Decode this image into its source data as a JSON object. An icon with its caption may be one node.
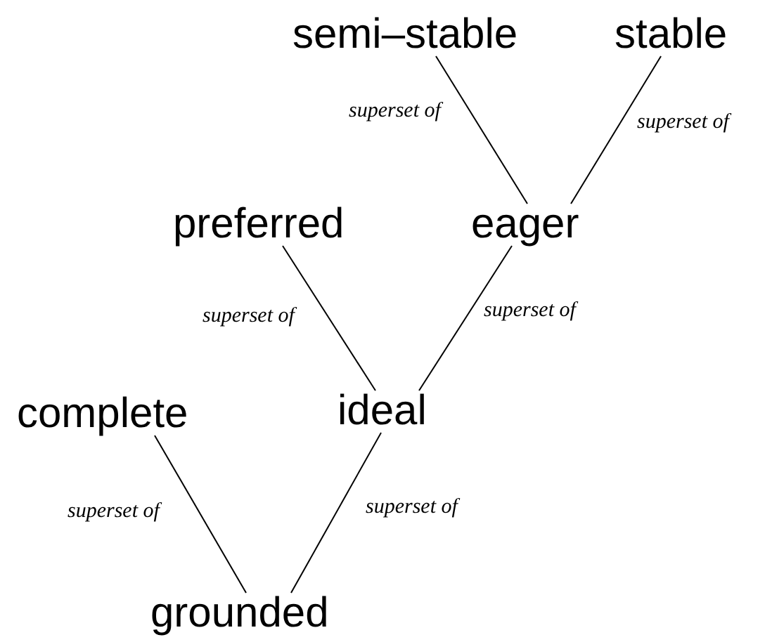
{
  "diagram": {
    "nodes": [
      {
        "text": [
          "semi–stable"
        ]
      },
      {
        "text": [
          "stable"
        ]
      },
      {
        "text": [
          "preferred"
        ]
      },
      {
        "text": [
          "eager"
        ]
      },
      {
        "text": [
          "complete"
        ]
      },
      {
        "text": [
          "ideal"
        ]
      },
      {
        "text": [
          "grounded"
        ]
      }
    ],
    "edges": [
      {
        "from": 0,
        "to": 3,
        "arrow": "none",
        "label": "superset of"
      },
      {
        "from": 1,
        "to": 3,
        "arrow": "none",
        "label": "superset of"
      },
      {
        "from": 2,
        "to": 5,
        "arrow": "none",
        "label": "superset of"
      },
      {
        "from": 3,
        "to": 5,
        "arrow": "none",
        "label": "superset of"
      },
      {
        "from": 4,
        "to": 6,
        "arrow": "none",
        "label": "superset of"
      },
      {
        "from": 5,
        "to": 6,
        "arrow": "none",
        "label": "superset of"
      }
    ]
  }
}
